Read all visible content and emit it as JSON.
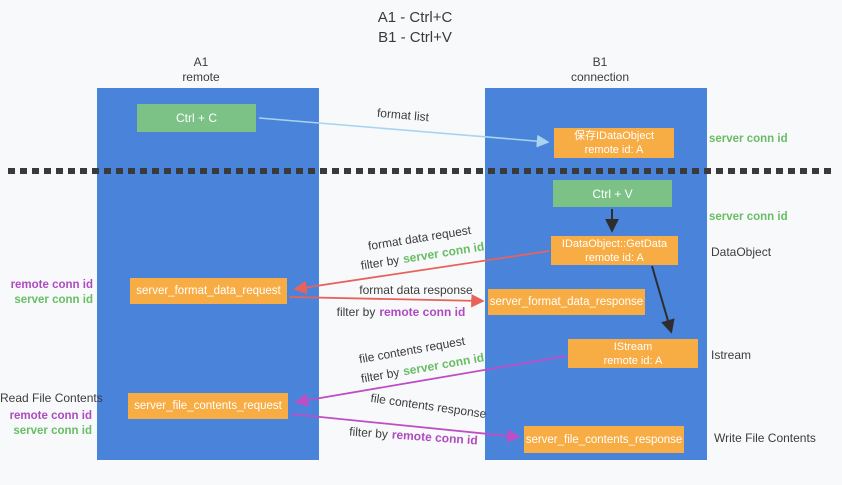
{
  "title": {
    "line1": "A1 - Ctrl+C",
    "line2": "B1 - Ctrl+V"
  },
  "lanes": {
    "a1": {
      "name": "A1",
      "role": "remote"
    },
    "b1": {
      "name": "B1",
      "role": "connection"
    }
  },
  "nodes": {
    "ctrl_c": {
      "label": "Ctrl + C"
    },
    "ctrl_v": {
      "label": "Ctrl + V"
    },
    "save_dataobject": {
      "line1": "保存IDataObject",
      "line2": "remote id: A"
    },
    "getdata": {
      "line1": "IDataObject::GetData",
      "line2": "remote id: A"
    },
    "istream": {
      "line1": "IStream",
      "line2": "remote id: A"
    },
    "format_request": {
      "label": "server_format_data_request"
    },
    "format_response": {
      "label": "server_format_data_response"
    },
    "file_request": {
      "label": "server_file_contents_request"
    },
    "file_response": {
      "label": "server_file_contents_response"
    }
  },
  "edges": {
    "format_list": "format list",
    "format_data_request": "format data request",
    "format_data_response": "format data response",
    "file_contents_request": "file contents request",
    "file_contents_response": "file contents response",
    "filter_by": "filter by",
    "server_conn_id": "server conn id",
    "remote_conn_id": "remote conn id"
  },
  "side_labels": {
    "server_conn_id_right_top": "server conn id",
    "server_conn_id_right_mid": "server conn id",
    "dataobject": "DataObject",
    "istream": "Istream",
    "write_file_contents": "Write File Contents",
    "read_file_contents": "Read File Contents",
    "remote_conn_id_left_top": "remote conn id",
    "server_conn_id_left_top": "server conn id",
    "remote_conn_id_left_bottom": "remote conn id",
    "server_conn_id_left_bottom": "server conn id"
  },
  "colors": {
    "lane_blue": "#4a83da",
    "node_orange": "#f8ac44",
    "key_green": "#7cc287",
    "accent_green": "#68bd65",
    "accent_purple": "#ae4bc0",
    "arrow_red": "#e8625c",
    "arrow_magenta": "#bd4ec5",
    "arrow_lightblue": "#a9d4f0",
    "arrow_black": "#2d2d2d",
    "background": "#f8f9fa"
  }
}
